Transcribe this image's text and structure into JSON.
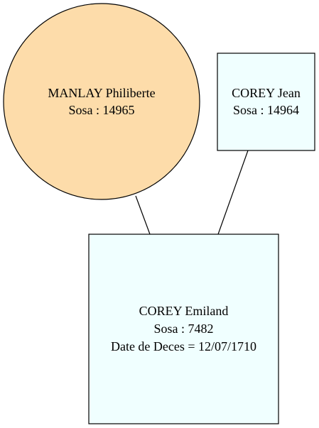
{
  "colors": {
    "female_fill": "#fddcaa",
    "male_fill": "#f0ffff"
  },
  "nodes": {
    "mother": {
      "shape": "circle",
      "name": "MANLAY Philiberte",
      "sosa": "Sosa : 14965"
    },
    "father": {
      "shape": "box",
      "name": "COREY Jean",
      "sosa": "Sosa : 14964"
    },
    "child": {
      "shape": "box",
      "name": "COREY Emiland",
      "sosa": "Sosa : 7482",
      "death": "Date de Deces = 12/07/1710"
    }
  }
}
